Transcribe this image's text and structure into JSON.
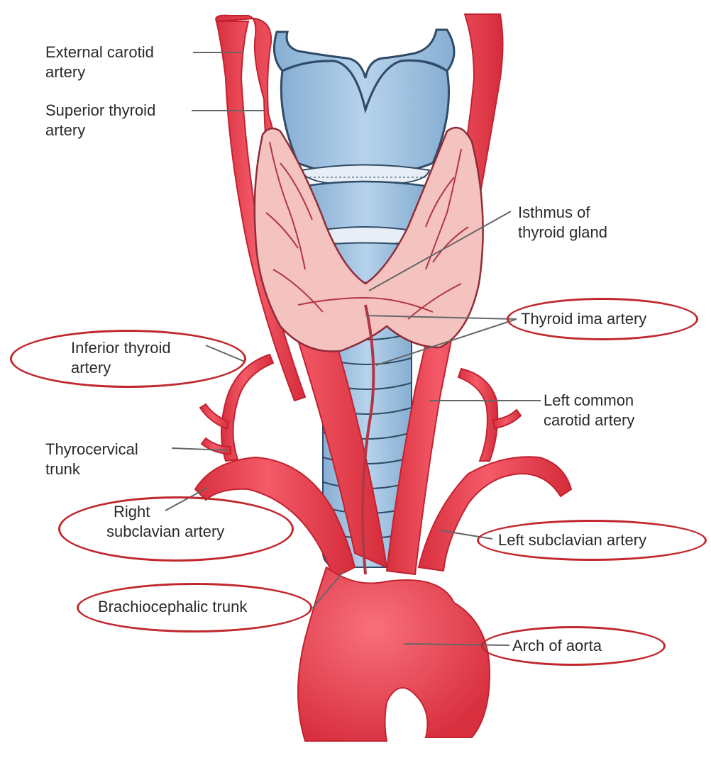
{
  "colors": {
    "artery": "#ee4252",
    "artery_dark": "#c2222f",
    "cartilage": "#9cc1e0",
    "cartilage_dark": "#2f4b68",
    "thyroid": "#f4c3c0",
    "thyroid_vessel": "#b33644",
    "label_circle": "#c0282e",
    "leader_line": "#666666"
  },
  "labels": {
    "external_carotid": [
      "External carotid",
      "artery"
    ],
    "superior_thyroid": [
      "Superior thyroid",
      "artery"
    ],
    "isthmus": [
      "Isthmus of",
      "thyroid gland"
    ],
    "thyroid_ima": "Thyroid ima artery",
    "inferior_thyroid": [
      "Inferior thyroid",
      "artery"
    ],
    "left_common_carotid": [
      "Left common",
      "carotid artery"
    ],
    "thyrocervical": [
      "Thyrocervical",
      "trunk"
    ],
    "right_subclavian": [
      "Right",
      "subclavian artery"
    ],
    "left_subclavian": "Left subclavian artery",
    "brachiocephalic": "Brachiocephalic trunk",
    "arch_of_aorta": "Arch of aorta"
  },
  "highlighted": [
    "thyroid_ima",
    "inferior_thyroid",
    "right_subclavian",
    "left_subclavian",
    "brachiocephalic",
    "arch_of_aorta"
  ]
}
